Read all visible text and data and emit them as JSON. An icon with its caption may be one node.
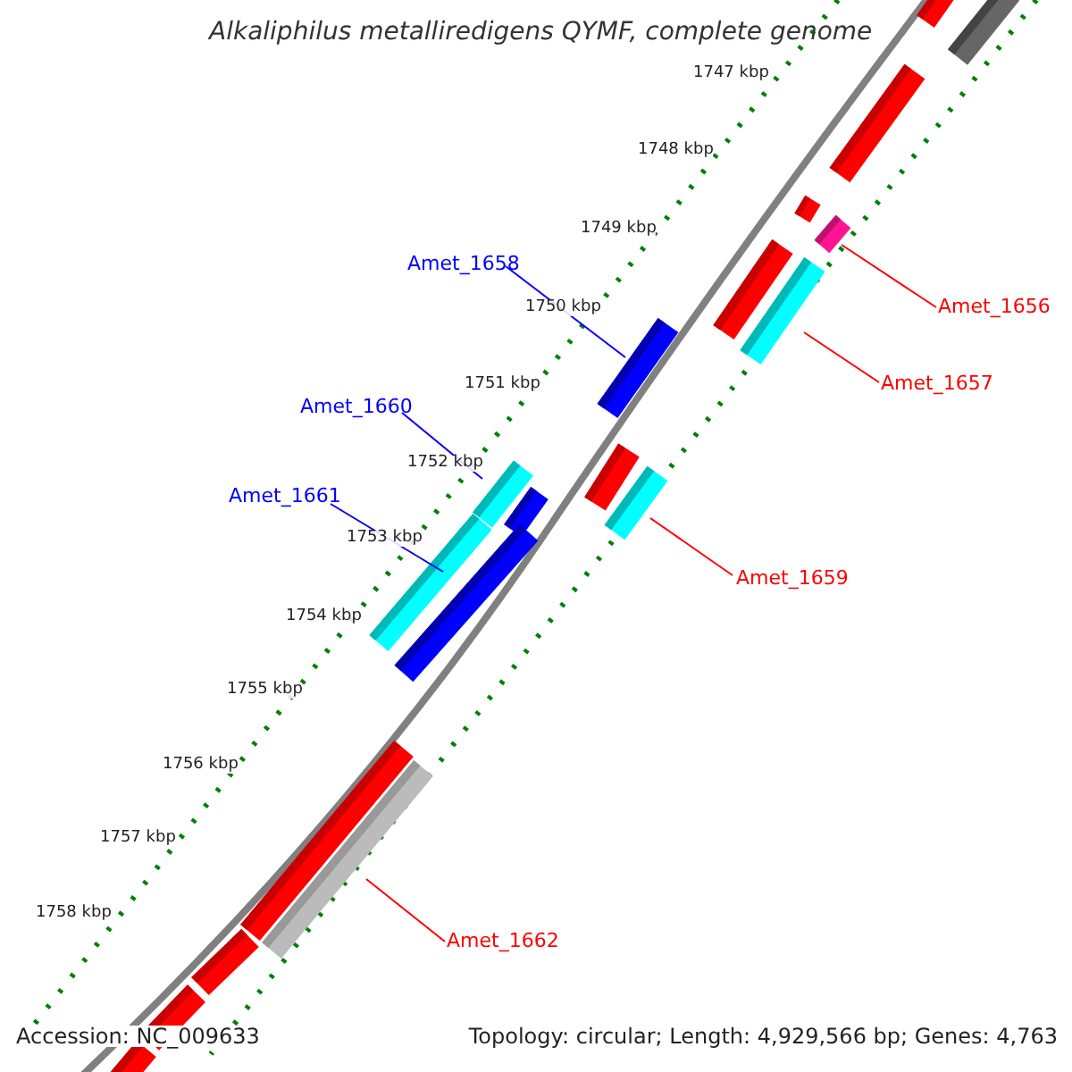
{
  "diagram": {
    "title": "Alkaliphilus metalliredigens QYMF, complete genome",
    "nodes": [
      {
        "text": [
          "Amet_1656"
        ]
      },
      {
        "text": [
          "Amet_1657"
        ]
      },
      {
        "text": [
          "Amet_1658"
        ]
      },
      {
        "text": [
          "Amet_1660"
        ]
      },
      {
        "text": [
          "Amet_1661"
        ]
      },
      {
        "text": [
          "Amet_1659"
        ]
      },
      {
        "text": [
          "Amet_1662"
        ]
      },
      {
        "text": [],
        "shape": "bar"
      },
      {
        "text": [],
        "shape": "bar"
      },
      {
        "text": [],
        "shape": "bar"
      },
      {
        "text": [],
        "shape": "bar"
      },
      {
        "text": [],
        "shape": "bar"
      },
      {
        "text": [],
        "shape": "bar"
      },
      {
        "text": [],
        "shape": "bar"
      }
    ],
    "edges": [
      {
        "from": 0,
        "to": 7,
        "arrow": "none"
      },
      {
        "from": 1,
        "to": 8,
        "arrow": "none"
      },
      {
        "from": 2,
        "to": 9,
        "arrow": "none",
        "color": "#0000ff"
      },
      {
        "from": 3,
        "to": 10,
        "arrow": "none",
        "color": "#0000ff"
      },
      {
        "from": 4,
        "to": 11,
        "arrow": "none",
        "color": "#0000ff"
      },
      {
        "from": 5,
        "to": 12,
        "arrow": "none"
      },
      {
        "from": 6,
        "to": 13,
        "arrow": "none"
      }
    ],
    "labels": [
      "1747 kbp",
      "1748 kbp",
      "1749 kbp",
      "1750 kbp",
      "1751 kbp",
      "1752 kbp",
      "1753 kbp",
      "1754 kbp",
      "1755 kbp",
      "1756 kbp",
      "1757 kbp",
      "1758 kbp",
      "Accession: NC_009633",
      "Topology: circular; Length: 4,929,566 bp; Genes: 4,763"
    ]
  }
}
